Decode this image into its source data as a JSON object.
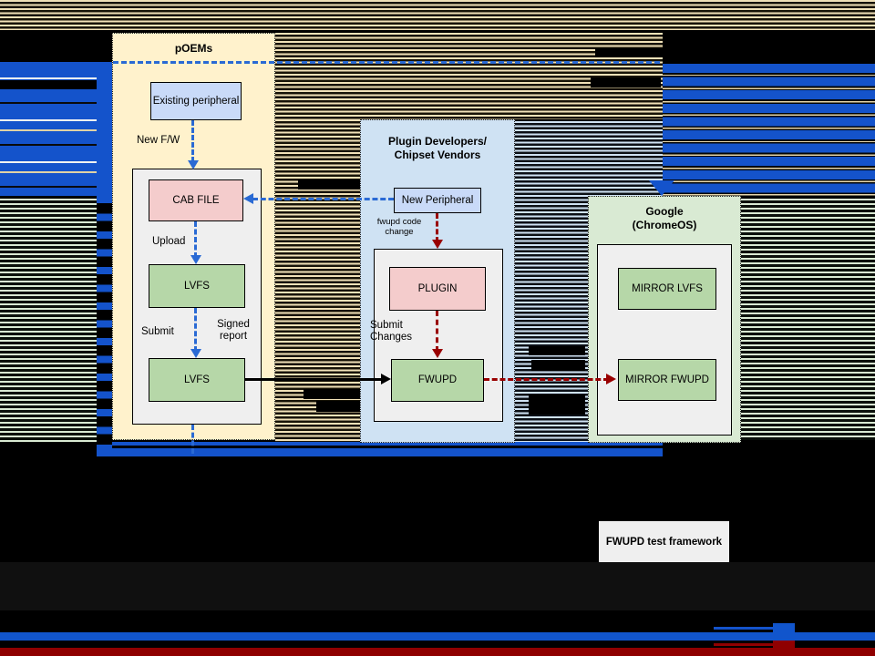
{
  "groups": {
    "poems": {
      "title": "pOEMs"
    },
    "plugin_developers": {
      "title_lines": [
        "Plugin Developers/",
        "Chipset Vendors"
      ]
    },
    "google": {
      "title_lines": [
        "Google",
        "(ChromeOS)"
      ]
    }
  },
  "nodes": {
    "existing_peripheral": "Existing peripheral",
    "cab_file": "CAB FILE",
    "lvfs_upload": "LVFS",
    "lvfs_report": "LVFS",
    "new_peripheral": "New Peripheral",
    "plugin": "PLUGIN",
    "fwupd": "FWUPD",
    "mirror_lvfs": "MIRROR LVFS",
    "mirror_fwupd": "MIRROR FWUPD",
    "test_framework": "FWUPD test framework"
  },
  "edge_labels": {
    "new_fw": "New F/W",
    "upload": "Upload",
    "submit": "Submit",
    "signed_report": "Signed report",
    "fwupd_code_change": "fwupd code change",
    "submit_changes": "Submit Changes"
  },
  "colors": {
    "poems_bg": "#fff2cc",
    "plugin_bg": "#cfe2f3",
    "google_bg": "#d9ead3",
    "peripheral_box_bg": "#c9daf8",
    "pink_box_bg": "#f4cccc",
    "green_box_bg": "#b6d7a8",
    "panel_bg": "#efefef",
    "arrow_blue": "#2a6ad4",
    "arrow_red": "#990000",
    "arrow_black": "#000000",
    "glitch_blue": "#1453cb",
    "glitch_tan": "#f0e1b8",
    "glitch_green": "#d9ead3",
    "bottom_bar_blue": "#1155cc",
    "bottom_bar_red": "#8f0000"
  }
}
